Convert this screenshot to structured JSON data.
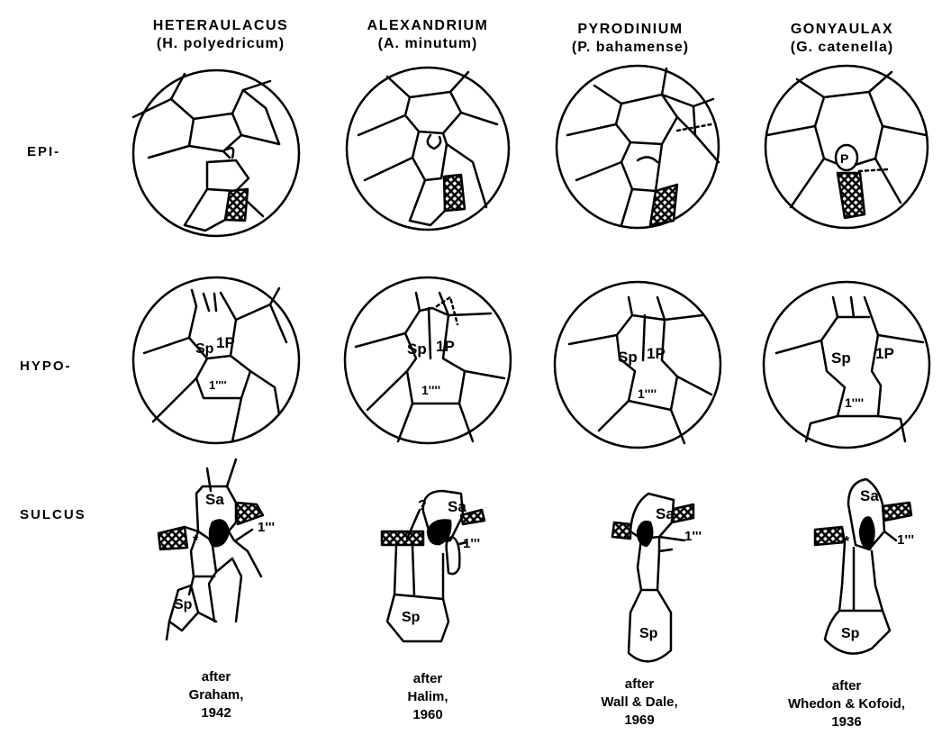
{
  "columns": [
    {
      "genus": "HETERAULACUS",
      "species": "(H. polyedricum)",
      "citation": [
        "after",
        "Graham,",
        "1942"
      ]
    },
    {
      "genus": "ALEXANDRIUM",
      "species": "(A. minutum)",
      "citation": [
        "after",
        "Halim,",
        "1960"
      ]
    },
    {
      "genus": "PYRODINIUM",
      "species": "(P. bahamense)",
      "citation": [
        "after",
        "Wall & Dale,",
        "1969"
      ]
    },
    {
      "genus": "GONYAULAX",
      "species": "(G. catenella)",
      "citation": [
        "after",
        "Whedon & Kofoid,",
        "1936"
      ]
    }
  ],
  "rows": {
    "epi": "EPI-",
    "hypo": "HYPO-",
    "sulcus": "SULCUS"
  },
  "plate_labels": {
    "sp": "Sp",
    "one_p": "1P",
    "one_pp": "1''''",
    "sa": "Sa",
    "one_ppp": "1'''",
    "p": "P",
    "question": "?",
    "star": "*"
  },
  "colors": {
    "ink": "#000000",
    "paper": "#ffffff"
  }
}
